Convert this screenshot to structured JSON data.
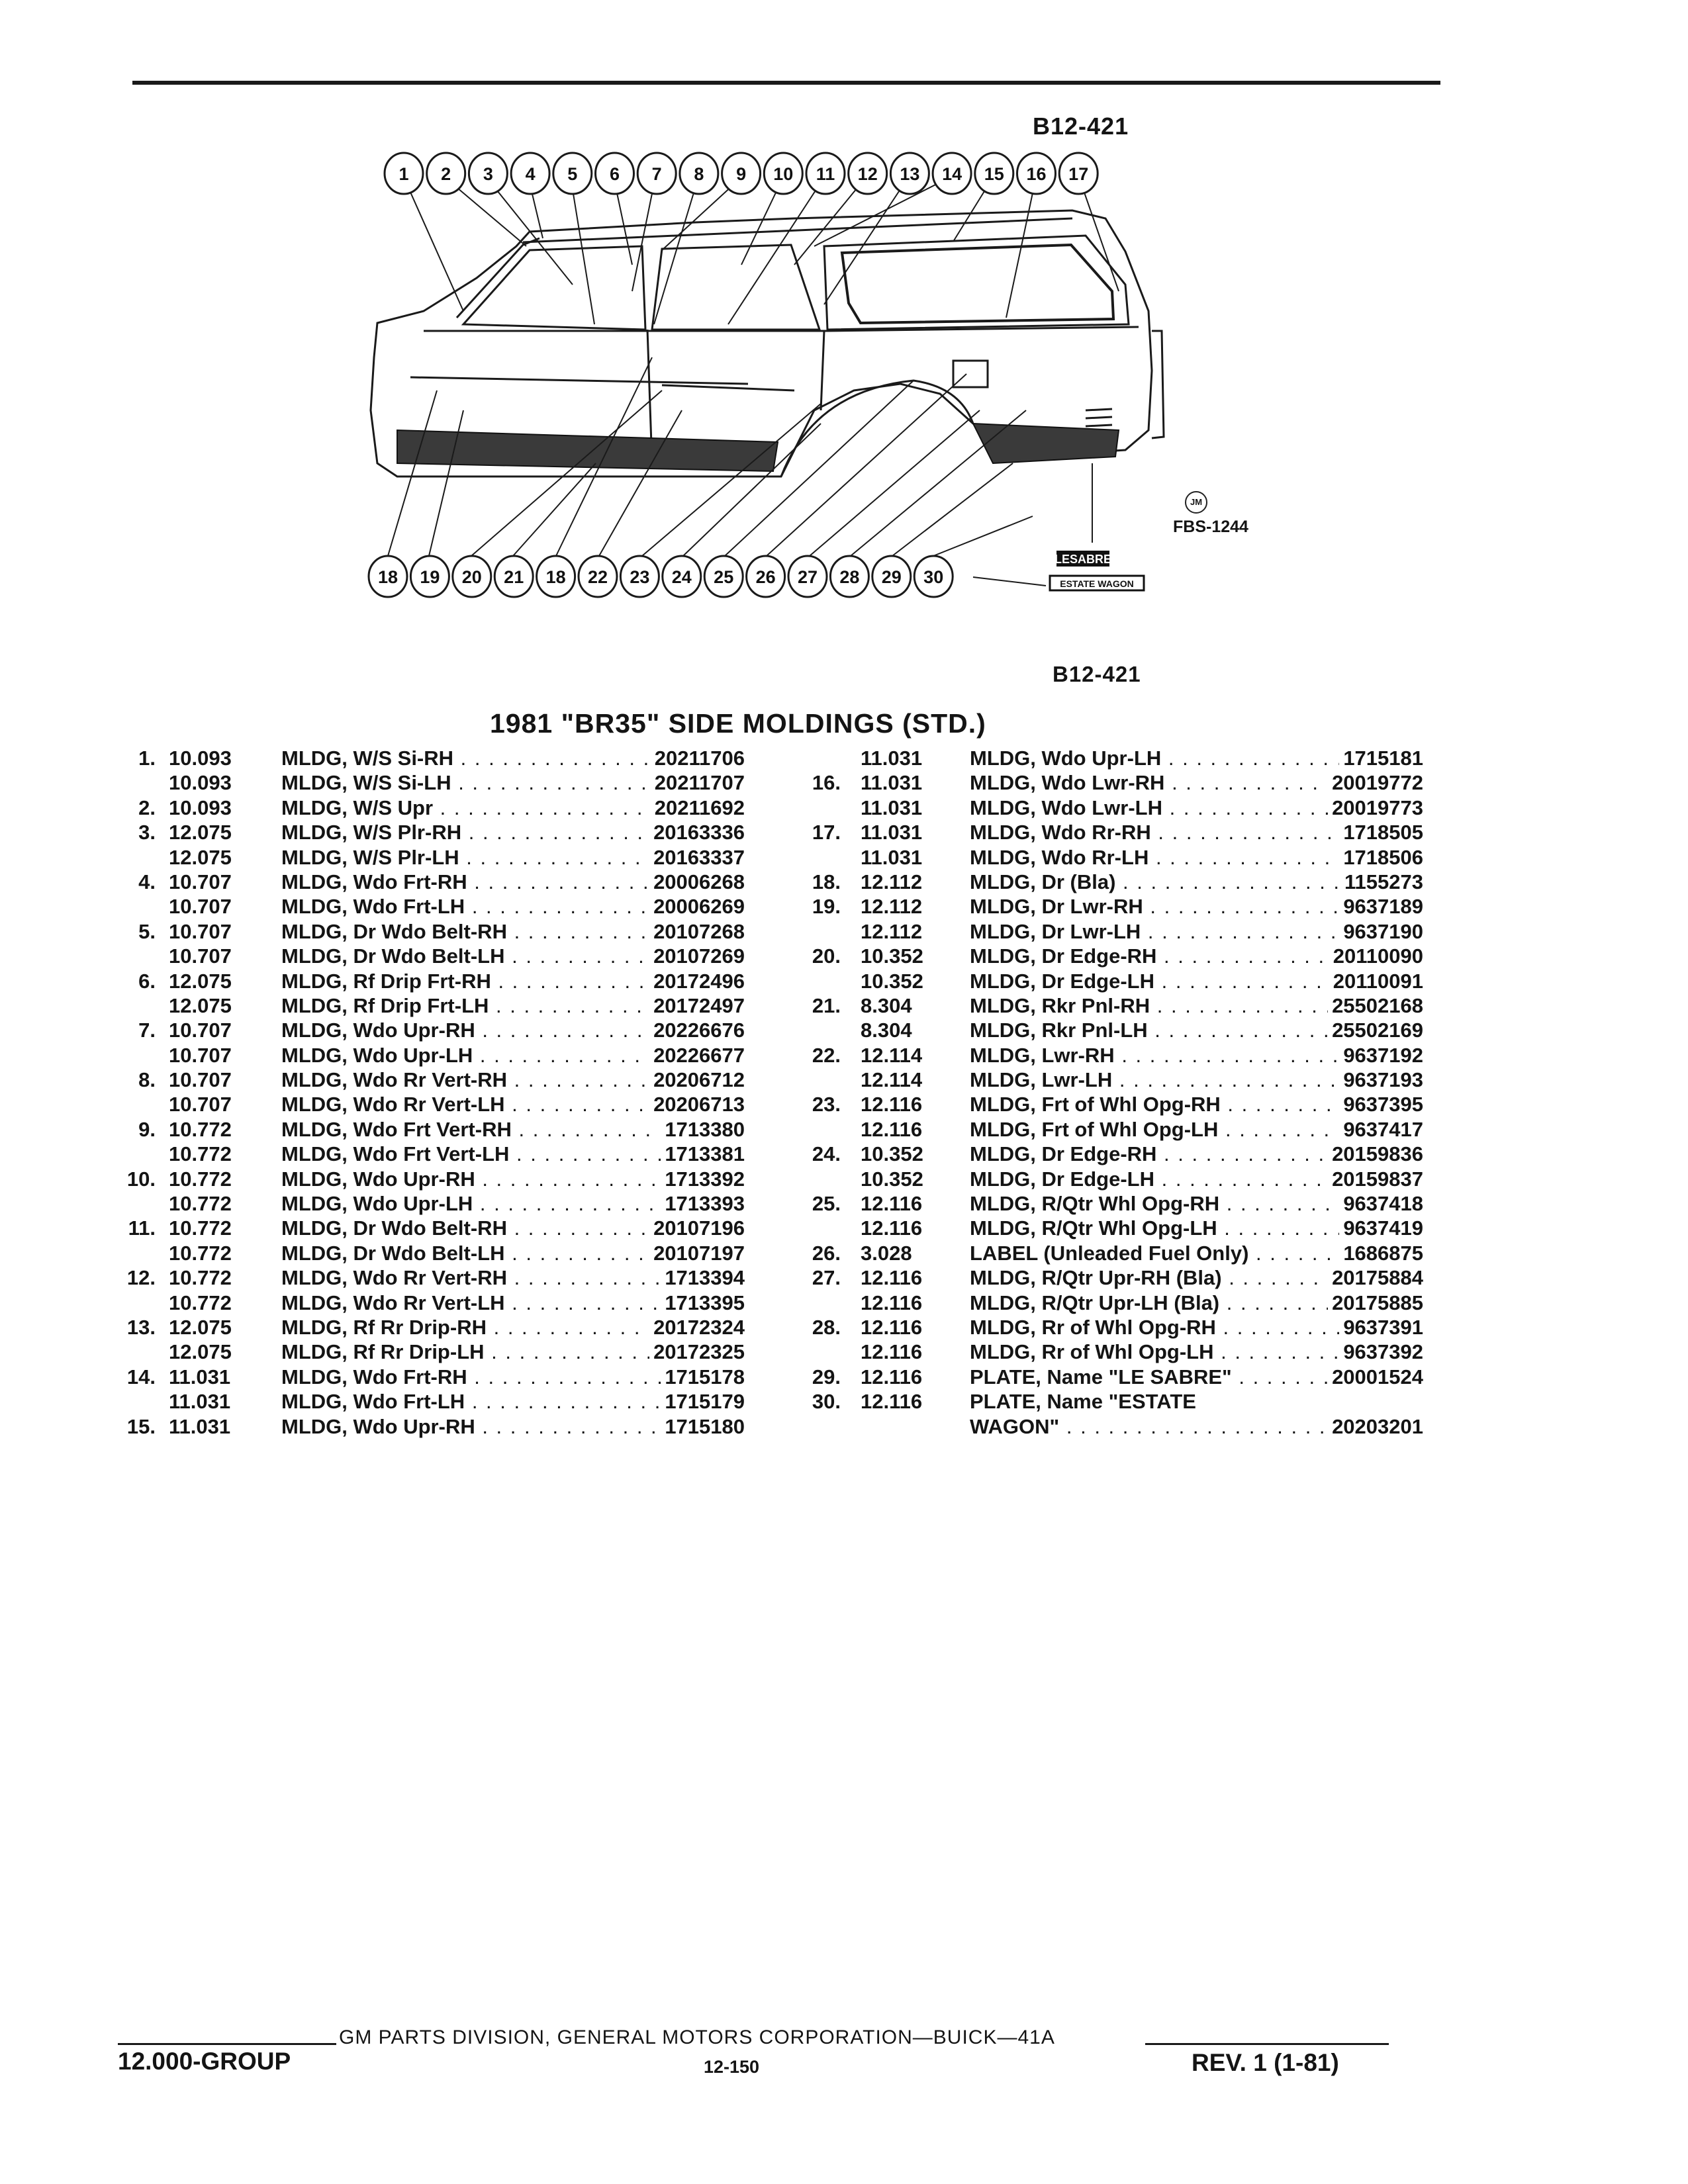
{
  "figure": {
    "id_top": "B12-421",
    "id_bottom": "B12-421",
    "code": "FBS-1244",
    "mark": "JM",
    "callouts_top": [
      "1",
      "2",
      "3",
      "4",
      "5",
      "6",
      "7",
      "8",
      "9",
      "10",
      "11",
      "12",
      "13",
      "14",
      "15",
      "16",
      "17"
    ],
    "callouts_bottom": [
      "18",
      "19",
      "20",
      "21",
      "18",
      "22",
      "23",
      "24",
      "25",
      "26",
      "27",
      "28",
      "29",
      "30"
    ],
    "nameplate_1": "LESABRE",
    "nameplate_2": "ESTATE WAGON"
  },
  "title": "1981 \"BR35\" SIDE MOLDINGS (STD.)",
  "parts_left": [
    {
      "no": "1.",
      "group": "10.093",
      "desc": "MLDG, W/S Si-RH",
      "part": "20211706"
    },
    {
      "no": "",
      "group": "10.093",
      "desc": "MLDG, W/S Si-LH",
      "part": "20211707"
    },
    {
      "no": "2.",
      "group": "10.093",
      "desc": "MLDG, W/S Upr",
      "part": "20211692"
    },
    {
      "no": "3.",
      "group": "12.075",
      "desc": "MLDG, W/S Plr-RH",
      "part": "20163336"
    },
    {
      "no": "",
      "group": "12.075",
      "desc": "MLDG, W/S Plr-LH",
      "part": "20163337"
    },
    {
      "no": "4.",
      "group": "10.707",
      "desc": "MLDG, Wdo Frt-RH",
      "part": "20006268"
    },
    {
      "no": "",
      "group": "10.707",
      "desc": "MLDG, Wdo Frt-LH",
      "part": "20006269"
    },
    {
      "no": "5.",
      "group": "10.707",
      "desc": "MLDG, Dr Wdo Belt-RH",
      "part": "20107268"
    },
    {
      "no": "",
      "group": "10.707",
      "desc": "MLDG, Dr Wdo Belt-LH",
      "part": "20107269"
    },
    {
      "no": "6.",
      "group": "12.075",
      "desc": "MLDG, Rf Drip Frt-RH",
      "part": "20172496"
    },
    {
      "no": "",
      "group": "12.075",
      "desc": "MLDG, Rf Drip Frt-LH",
      "part": "20172497"
    },
    {
      "no": "7.",
      "group": "10.707",
      "desc": "MLDG, Wdo Upr-RH",
      "part": "20226676"
    },
    {
      "no": "",
      "group": "10.707",
      "desc": "MLDG, Wdo Upr-LH",
      "part": "20226677"
    },
    {
      "no": "8.",
      "group": "10.707",
      "desc": "MLDG, Wdo Rr Vert-RH",
      "part": "20206712"
    },
    {
      "no": "",
      "group": "10.707",
      "desc": "MLDG, Wdo Rr Vert-LH",
      "part": "20206713"
    },
    {
      "no": "9.",
      "group": "10.772",
      "desc": "MLDG, Wdo Frt Vert-RH",
      "part": "1713380"
    },
    {
      "no": "",
      "group": "10.772",
      "desc": "MLDG, Wdo Frt Vert-LH",
      "part": "1713381"
    },
    {
      "no": "10.",
      "group": "10.772",
      "desc": "MLDG, Wdo Upr-RH",
      "part": "1713392"
    },
    {
      "no": "",
      "group": "10.772",
      "desc": "MLDG, Wdo Upr-LH",
      "part": "1713393"
    },
    {
      "no": "11.",
      "group": "10.772",
      "desc": "MLDG, Dr Wdo Belt-RH",
      "part": "20107196"
    },
    {
      "no": "",
      "group": "10.772",
      "desc": "MLDG, Dr Wdo Belt-LH",
      "part": "20107197"
    },
    {
      "no": "12.",
      "group": "10.772",
      "desc": "MLDG, Wdo Rr Vert-RH",
      "part": "1713394"
    },
    {
      "no": "",
      "group": "10.772",
      "desc": "MLDG, Wdo Rr Vert-LH",
      "part": "1713395"
    },
    {
      "no": "13.",
      "group": "12.075",
      "desc": "MLDG, Rf Rr Drip-RH",
      "part": "20172324"
    },
    {
      "no": "",
      "group": "12.075",
      "desc": "MLDG, Rf Rr Drip-LH",
      "part": "20172325"
    },
    {
      "no": "14.",
      "group": "11.031",
      "desc": "MLDG, Wdo Frt-RH",
      "part": "1715178"
    },
    {
      "no": "",
      "group": "11.031",
      "desc": "MLDG, Wdo Frt-LH",
      "part": "1715179"
    },
    {
      "no": "15.",
      "group": "11.031",
      "desc": "MLDG, Wdo Upr-RH",
      "part": "1715180"
    }
  ],
  "parts_right": [
    {
      "no": "",
      "group": "11.031",
      "desc": "MLDG, Wdo Upr-LH",
      "part": "1715181"
    },
    {
      "no": "16.",
      "group": "11.031",
      "desc": "MLDG, Wdo Lwr-RH",
      "part": "20019772"
    },
    {
      "no": "",
      "group": "11.031",
      "desc": "MLDG, Wdo Lwr-LH",
      "part": "20019773"
    },
    {
      "no": "17.",
      "group": "11.031",
      "desc": "MLDG, Wdo Rr-RH",
      "part": "1718505"
    },
    {
      "no": "",
      "group": "11.031",
      "desc": "MLDG, Wdo Rr-LH",
      "part": "1718506"
    },
    {
      "no": "18.",
      "group": "12.112",
      "desc": "MLDG, Dr (Bla)",
      "part": "1155273"
    },
    {
      "no": "19.",
      "group": "12.112",
      "desc": "MLDG, Dr Lwr-RH",
      "part": "9637189"
    },
    {
      "no": "",
      "group": "12.112",
      "desc": "MLDG, Dr Lwr-LH",
      "part": "9637190"
    },
    {
      "no": "20.",
      "group": "10.352",
      "desc": "MLDG, Dr Edge-RH",
      "part": "20110090"
    },
    {
      "no": "",
      "group": "10.352",
      "desc": "MLDG, Dr Edge-LH",
      "part": "20110091"
    },
    {
      "no": "21.",
      "group": "8.304",
      "desc": "MLDG, Rkr Pnl-RH",
      "part": "25502168"
    },
    {
      "no": "",
      "group": "8.304",
      "desc": "MLDG, Rkr Pnl-LH",
      "part": "25502169"
    },
    {
      "no": "22.",
      "group": "12.114",
      "desc": "MLDG, Lwr-RH",
      "part": "9637192"
    },
    {
      "no": "",
      "group": "12.114",
      "desc": "MLDG, Lwr-LH",
      "part": "9637193"
    },
    {
      "no": "23.",
      "group": "12.116",
      "desc": "MLDG, Frt of Whl Opg-RH",
      "part": "9637395"
    },
    {
      "no": "",
      "group": "12.116",
      "desc": "MLDG, Frt of Whl Opg-LH",
      "part": "9637417"
    },
    {
      "no": "24.",
      "group": "10.352",
      "desc": "MLDG, Dr Edge-RH",
      "part": "20159836"
    },
    {
      "no": "",
      "group": "10.352",
      "desc": "MLDG, Dr Edge-LH",
      "part": "20159837"
    },
    {
      "no": "25.",
      "group": "12.116",
      "desc": "MLDG, R/Qtr Whl Opg-RH",
      "part": "9637418"
    },
    {
      "no": "",
      "group": "12.116",
      "desc": "MLDG, R/Qtr Whl Opg-LH",
      "part": "9637419"
    },
    {
      "no": "26.",
      "group": "3.028",
      "desc": "LABEL (Unleaded Fuel Only)",
      "part": "1686875"
    },
    {
      "no": "27.",
      "group": "12.116",
      "desc": "MLDG, R/Qtr Upr-RH (Bla)",
      "part": "20175884"
    },
    {
      "no": "",
      "group": "12.116",
      "desc": "MLDG, R/Qtr Upr-LH (Bla)",
      "part": "20175885"
    },
    {
      "no": "28.",
      "group": "12.116",
      "desc": "MLDG, Rr of Whl Opg-RH",
      "part": "9637391"
    },
    {
      "no": "",
      "group": "12.116",
      "desc": "MLDG, Rr of Whl Opg-LH",
      "part": "9637392"
    },
    {
      "no": "29.",
      "group": "12.116",
      "desc": "PLATE, Name \"LE SABRE\"",
      "part": "20001524"
    },
    {
      "no": "30.",
      "group": "12.116",
      "desc": "PLATE, Name \"ESTATE",
      "part": "",
      "nodots": true
    },
    {
      "no": "",
      "group": "",
      "desc": "WAGON\"",
      "part": "20203201"
    }
  ],
  "footer": {
    "division": "GM PARTS DIVISION, GENERAL MOTORS CORPORATION—BUICK—41A",
    "group": "12.000-GROUP",
    "page": "12-150",
    "revision": "REV. 1 (1-81)"
  }
}
